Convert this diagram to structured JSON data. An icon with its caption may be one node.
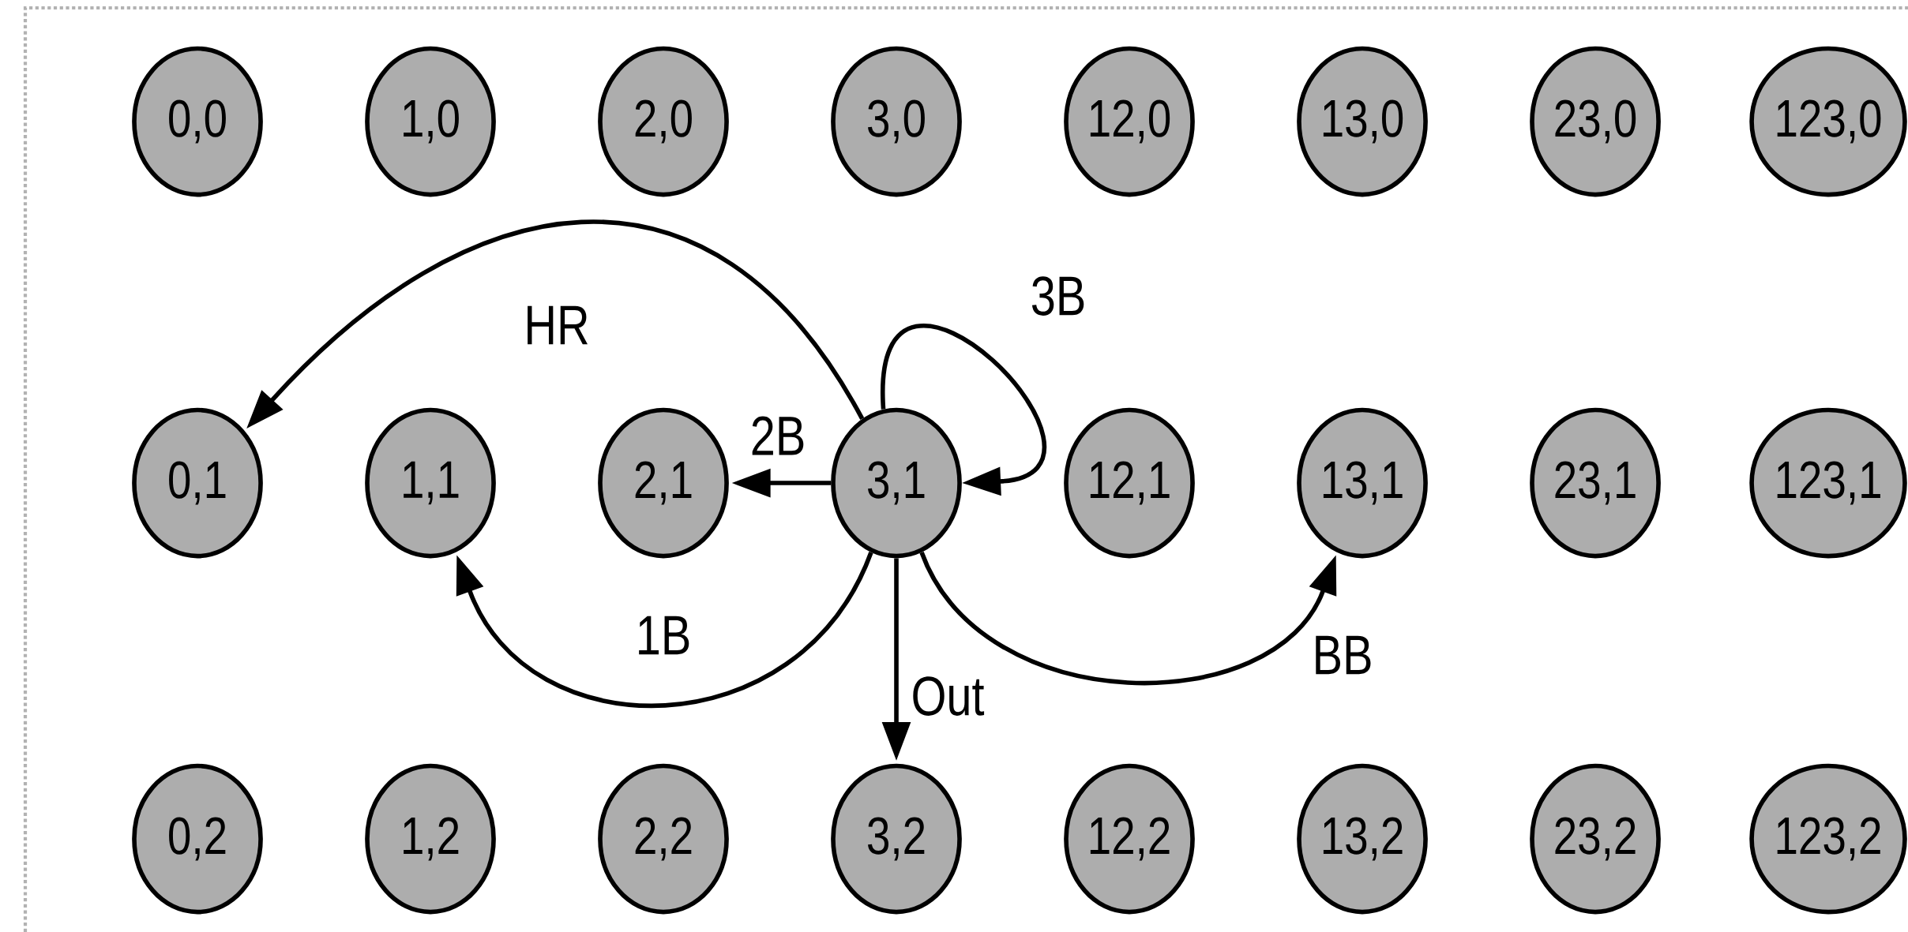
{
  "diagram": {
    "nodes": [
      {
        "text": [
          "0,0"
        ]
      },
      {
        "text": [
          "1,0"
        ]
      },
      {
        "text": [
          "2,0"
        ]
      },
      {
        "text": [
          "3,0"
        ]
      },
      {
        "text": [
          "12,0"
        ]
      },
      {
        "text": [
          "13,0"
        ]
      },
      {
        "text": [
          "23,0"
        ]
      },
      {
        "text": [
          "123,0"
        ]
      },
      {
        "text": [
          "0,1"
        ]
      },
      {
        "text": [
          "1,1"
        ]
      },
      {
        "text": [
          "2,1"
        ]
      },
      {
        "text": [
          "3,1"
        ]
      },
      {
        "text": [
          "12,1"
        ]
      },
      {
        "text": [
          "13,1"
        ]
      },
      {
        "text": [
          "23,1"
        ]
      },
      {
        "text": [
          "123,1"
        ]
      },
      {
        "text": [
          "0,2"
        ]
      },
      {
        "text": [
          "1,2"
        ]
      },
      {
        "text": [
          "2,2"
        ]
      },
      {
        "text": [
          "3,2"
        ]
      },
      {
        "text": [
          "12,2"
        ]
      },
      {
        "text": [
          "13,2"
        ]
      },
      {
        "text": [
          "23,2"
        ]
      },
      {
        "text": [
          "123,2"
        ]
      }
    ],
    "edges": [
      {
        "from": 11,
        "to": 8,
        "arrow": "to",
        "label": "HR"
      },
      {
        "from": 11,
        "to": 11,
        "arrow": "to",
        "label": "3B"
      },
      {
        "from": 11,
        "to": 10,
        "arrow": "to",
        "label": "2B"
      },
      {
        "from": 11,
        "to": 9,
        "arrow": "to",
        "label": "1B"
      },
      {
        "from": 11,
        "to": 13,
        "arrow": "to",
        "label": "BB"
      },
      {
        "from": 11,
        "to": 19,
        "arrow": "to",
        "label": "Out"
      }
    ]
  }
}
